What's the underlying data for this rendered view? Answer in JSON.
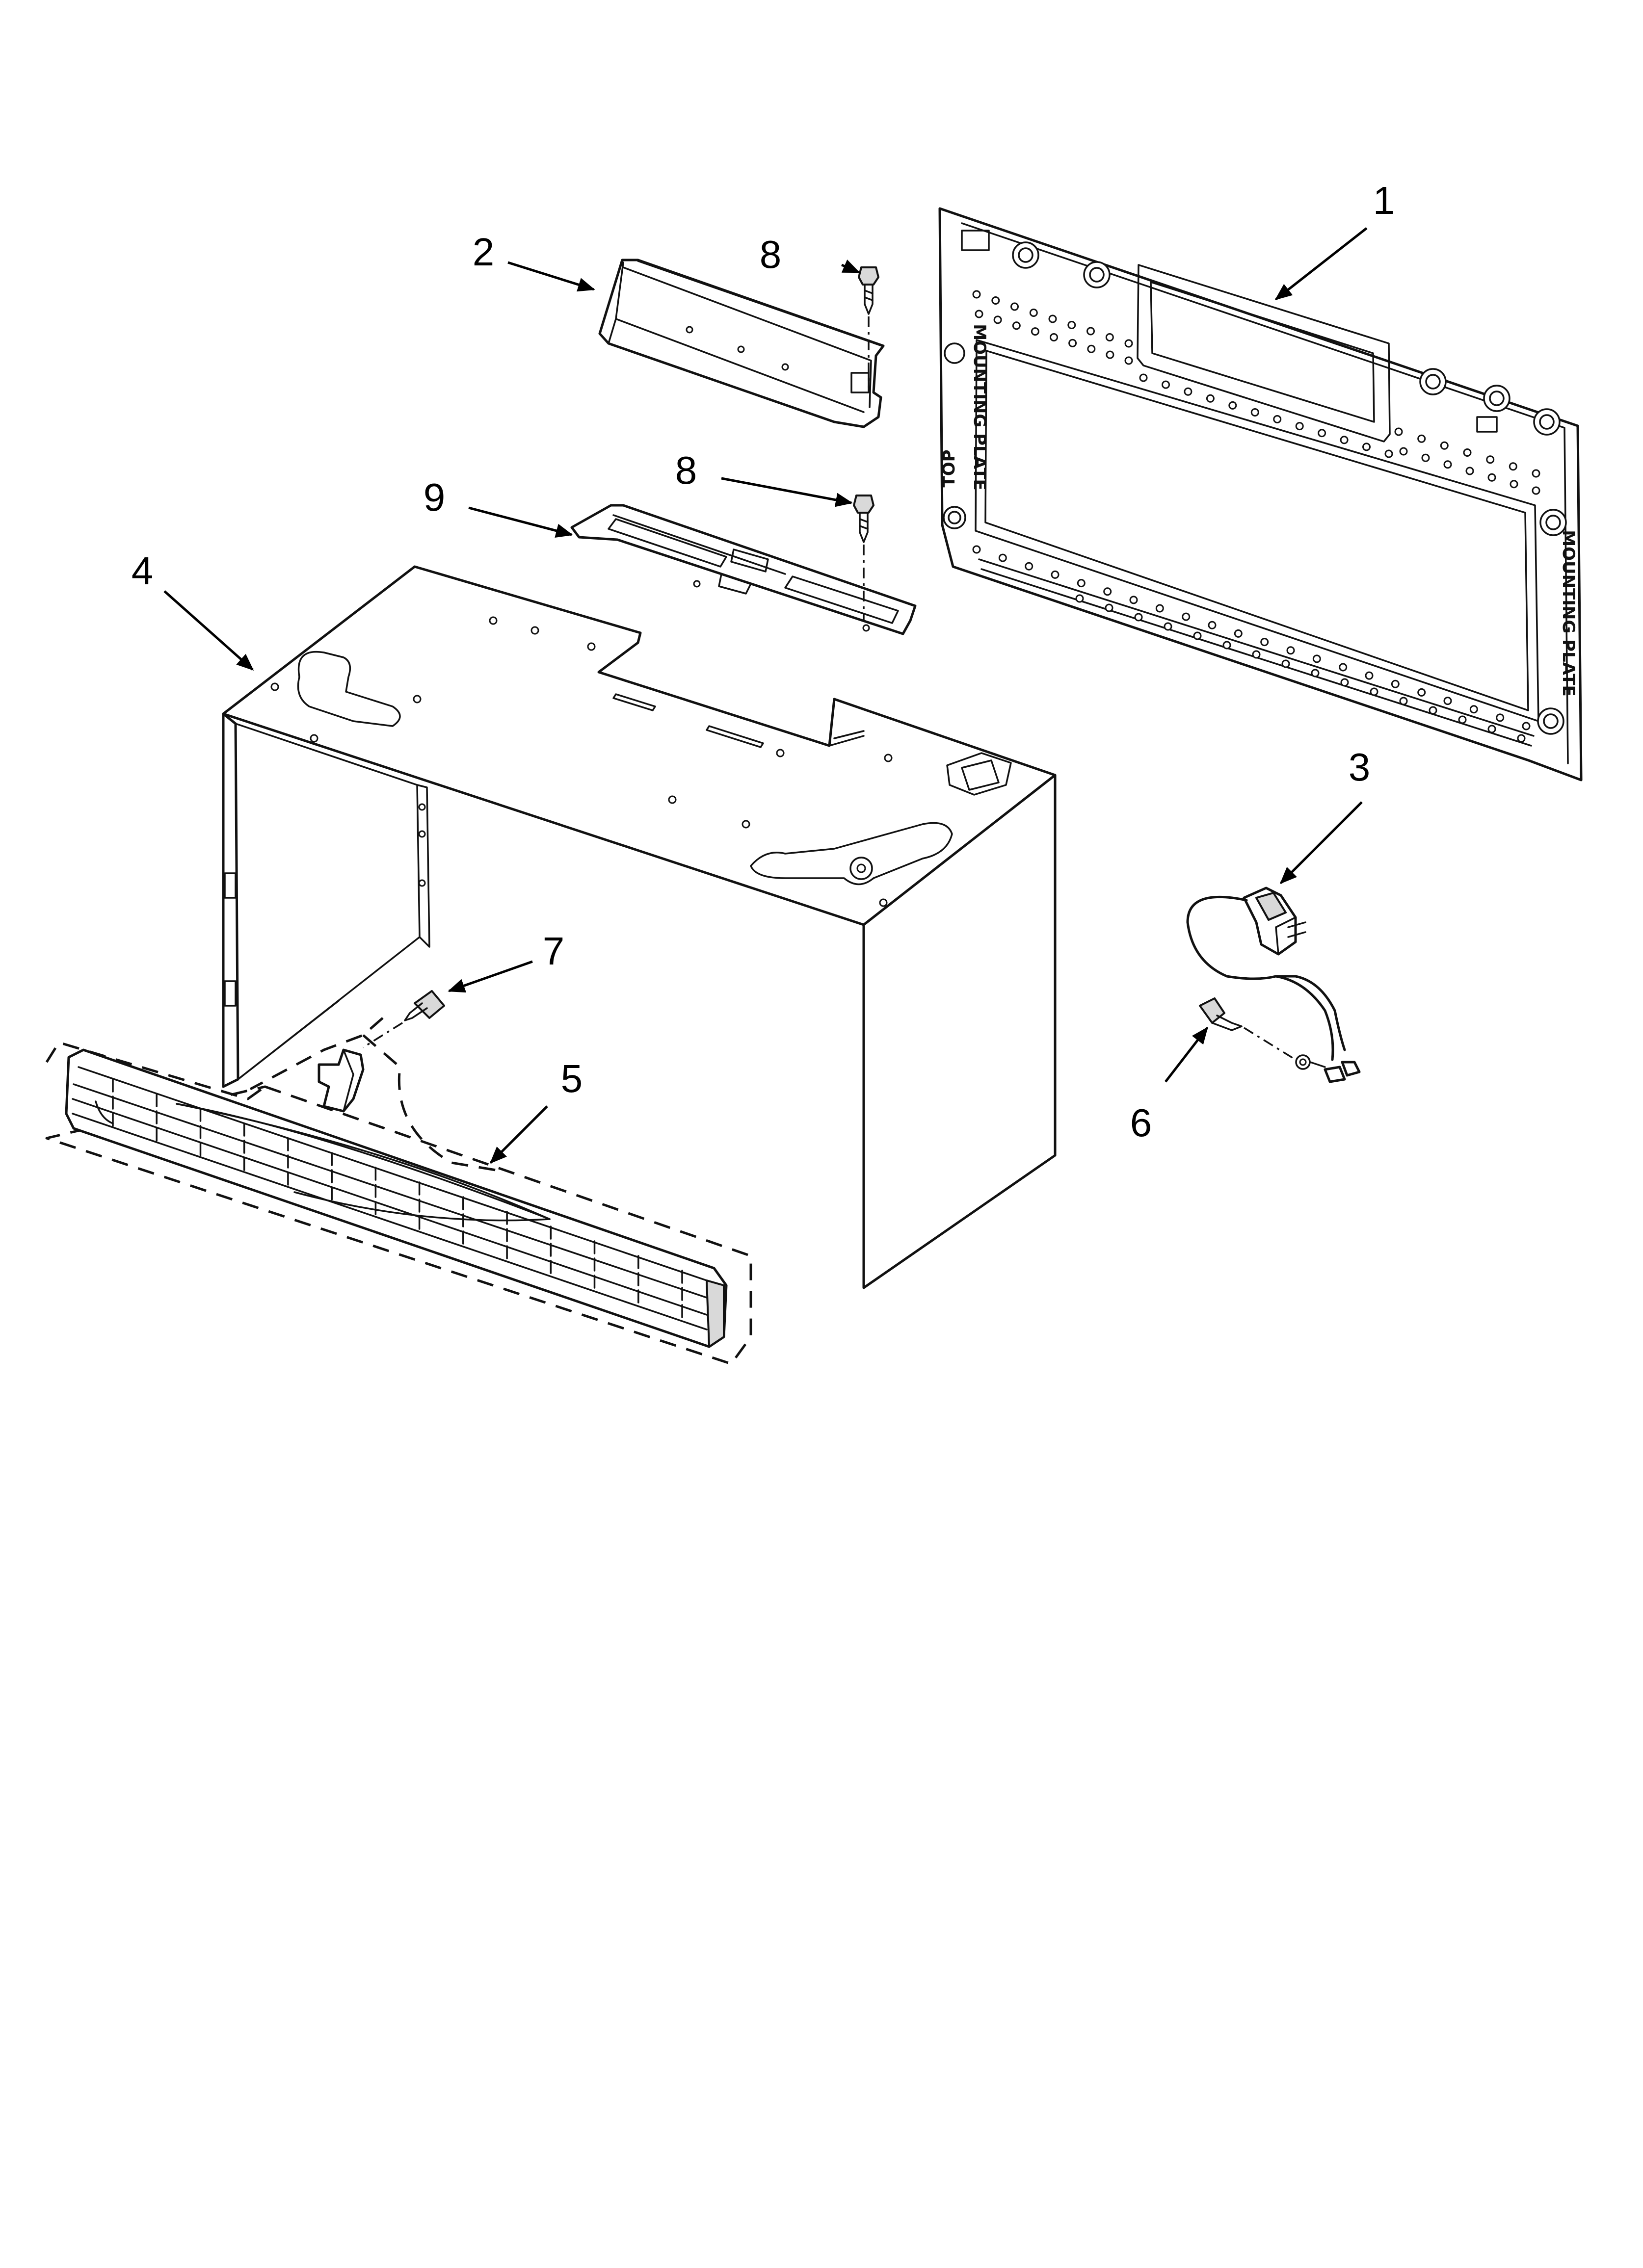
{
  "diagram": {
    "callouts": [
      {
        "id": "1",
        "text": "1"
      },
      {
        "id": "2",
        "text": "2"
      },
      {
        "id": "8a",
        "text": "8"
      },
      {
        "id": "8b",
        "text": "8"
      },
      {
        "id": "9",
        "text": "9"
      },
      {
        "id": "4",
        "text": "4"
      },
      {
        "id": "3",
        "text": "3"
      },
      {
        "id": "7",
        "text": "7"
      },
      {
        "id": "5",
        "text": "5"
      },
      {
        "id": "6",
        "text": "6"
      }
    ],
    "mounting_plate_text": [
      "MOUNTING PLATE",
      "TOP",
      "MOUNTING PLATE"
    ]
  }
}
